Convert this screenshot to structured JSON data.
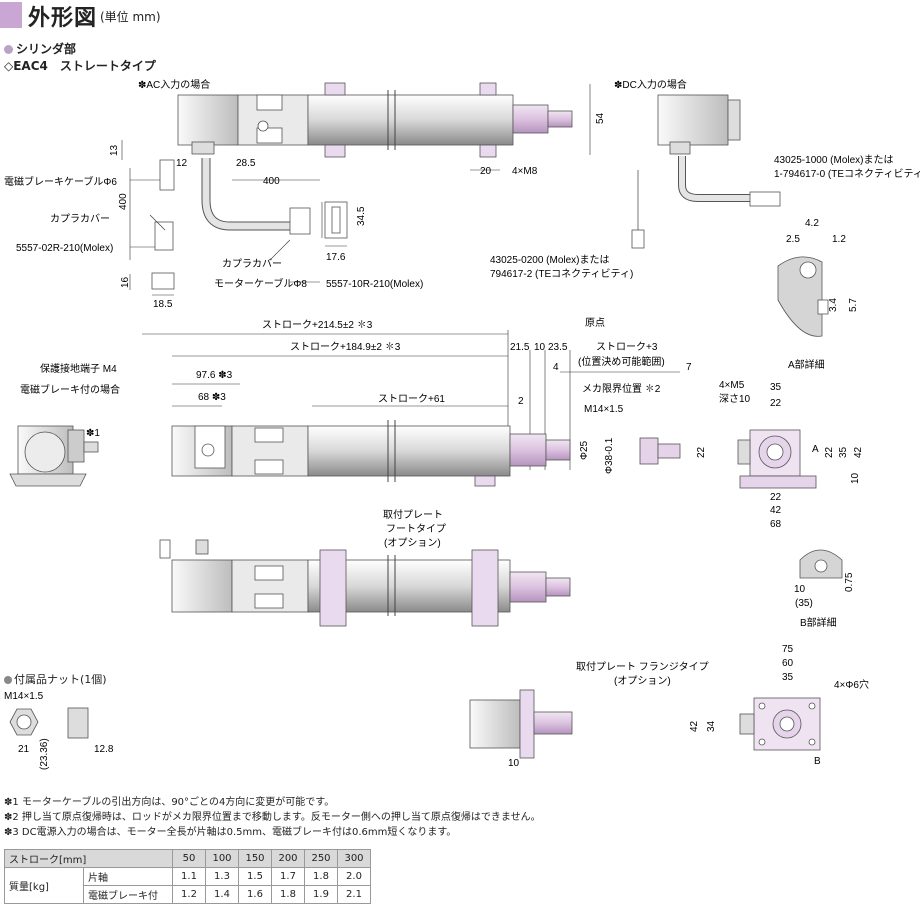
{
  "header": {
    "title": "外形図",
    "unit": "(単位 mm)"
  },
  "section": {
    "cylinder": "シリンダ部",
    "model": "◇EAC4　ストレートタイプ",
    "nut": "付属品ナット(1個)"
  },
  "labels": {
    "ac_input": "✽AC入力の場合",
    "dc_input": "✽DC入力の場合",
    "brake_cable": "電磁ブレーキケーブルΦ6",
    "coupler_cover": "カプラカバー",
    "molex_2r": "5557-02R-210(Molex)",
    "coupler_cover2": "カプラカバー",
    "motor_cable": "モーターケーブルΦ8",
    "molex_10r": "5557-10R-210(Molex)",
    "dc_conn1": "43025-1000 (Molex)または",
    "dc_conn1b": "1-794617-0 (TEコネクティビティ)",
    "dc_conn2": "43025-0200 (Molex)または",
    "dc_conn2b": "794617-2 (TEコネクティビティ)",
    "ground": "保護接地端子 M4",
    "brake_case": "電磁ブレーキ付の場合",
    "origin": "原点",
    "stroke3": "ストローク+3",
    "stroke3b": "(位置決め可能範囲)",
    "mech_limit": "メカ限界位置 ✽2",
    "detail_a": "A部詳細",
    "detail_b": "B部詳細",
    "foot_plate": "取付プレート",
    "foot_plate2": "フートタイプ",
    "option": "(オプション)",
    "flange_plate": "取付プレート フランジタイプ",
    "option2": "(オプション)",
    "holes_6": "4×Φ6穴",
    "m5": "4×M5",
    "m5_depth": "深さ10",
    "m8": "4×M8",
    "star1": "✽1",
    "a_mark": "A",
    "b_mark": "B"
  },
  "dims": {
    "d54": "54",
    "d13": "13",
    "d12": "12",
    "d28_5": "28.5",
    "d400": "400",
    "d400v": "400",
    "d20": "20",
    "d34_5": "34.5",
    "d17_6": "17.6",
    "d16": "16",
    "d18_5": "18.5",
    "stroke214": "ストローク+214.5±2 ✽3",
    "stroke184": "ストローク+184.9±2 ✽3",
    "d21_5": "21.5",
    "d10": "10",
    "d23_5": "23.5",
    "d4": "4",
    "d7": "7",
    "d2": "2",
    "d97_6": "97.6 ✽3",
    "d68": "68 ✽3",
    "stroke61": "ストローク+61",
    "m14": "M14×1.5",
    "phi25": "Φ25",
    "phi38": "Φ38-0.1",
    "d4_2": "4.2",
    "d2_5": "2.5",
    "d1_2": "1.2",
    "d3_4": "3.4",
    "d5_7": "5.7",
    "d35": "35",
    "d22": "22",
    "d22v": "22",
    "d35v": "35",
    "d42v": "42",
    "d10v": "10",
    "d22b": "22",
    "d42b": "42",
    "d68b": "68",
    "d10b": "10",
    "d35b": "(35)",
    "d0_75": "0.75",
    "d75": "75",
    "d60": "60",
    "d35c": "35",
    "d42c": "42",
    "d34c": "34",
    "d10c": "10",
    "nut_m14": "M14×1.5",
    "nut21": "21",
    "nut23": "(23.36)",
    "nut12": "12.8"
  },
  "notes": [
    "✽1 モーターケーブルの引出方向は、90°ごとの4方向に変更が可能です。",
    "✽2 押し当て原点復帰時は、ロッドがメカ限界位置まで移動します。反モーター側への押し当て原点復帰はできません。",
    "✽3 DC電源入力の場合は、モーター全長が片軸は0.5mm、電磁ブレーキ付は0.6mm短くなります。"
  ],
  "table": {
    "stroke_label": "ストローク[mm]",
    "strokes": [
      "50",
      "100",
      "150",
      "200",
      "250",
      "300"
    ],
    "mass_label": "質量[kg]",
    "rows": [
      {
        "name": "片軸",
        "values": [
          "1.1",
          "1.3",
          "1.5",
          "1.7",
          "1.8",
          "2.0"
        ]
      },
      {
        "name": "電磁ブレーキ付",
        "values": [
          "1.2",
          "1.4",
          "1.6",
          "1.8",
          "1.9",
          "2.1"
        ]
      }
    ]
  }
}
